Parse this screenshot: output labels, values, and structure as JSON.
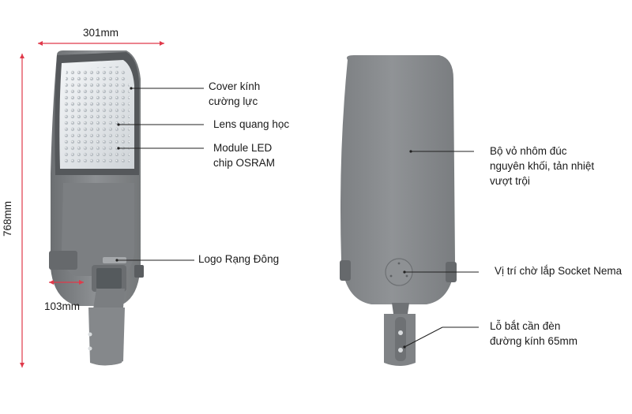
{
  "dimensions": {
    "width_label": "301mm",
    "height_label": "768mm",
    "depth_label": "103mm"
  },
  "front_callouts": [
    {
      "text": "Cover kính\ncường lực"
    },
    {
      "text": "Lens quang học"
    },
    {
      "text": "Module LED\nchip OSRAM"
    },
    {
      "text": "Logo Rạng Đông"
    }
  ],
  "back_callouts": [
    {
      "text": "Bộ vỏ nhôm đúc\nnguyên khối, tản nhiệt\nvượt trội"
    },
    {
      "text": "Vị trí chờ lắp Socket Nema"
    },
    {
      "text": "Lỗ bắt cần đèn\nđường kính 65mm"
    }
  ],
  "colors": {
    "dimension_line": "#e0394a",
    "housing": "#8a8d90",
    "housing_dark": "#6f7275",
    "leader_line": "#222222"
  }
}
